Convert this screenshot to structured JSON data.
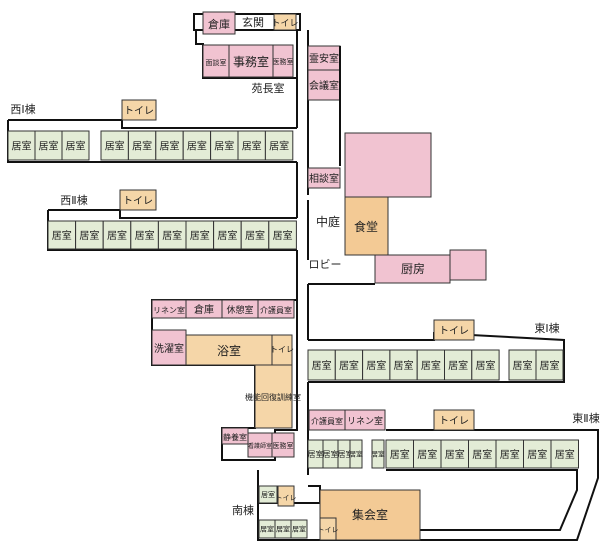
{
  "colors": {
    "room": "#e3ecd6",
    "office": "#f1c3d1",
    "toilet": "#f5d6a8",
    "hall": "#f3ca95",
    "bath": "#f5d6a8",
    "wall": "#111111"
  },
  "wings": {
    "west1": "西Ⅰ棟",
    "west2": "西Ⅱ棟",
    "east1": "東Ⅰ棟",
    "east2": "東Ⅱ棟",
    "south": "南棟"
  },
  "labels": {
    "entrance": "玄関",
    "warehouse": "倉庫",
    "toilet": "トイレ",
    "office": "事務室",
    "consult_small": "面談室",
    "medical_small": "医務室",
    "director": "苑長室",
    "reception": "霊安室",
    "meeting": "会議室",
    "counseling": "相談室",
    "courtyard": "中庭",
    "dining": "食堂",
    "lobby": "ロビー",
    "kitchen": "厨房",
    "room": "居室",
    "linen": "リネン室",
    "rest": "休憩室",
    "caregiver": "介護員室",
    "laundry": "洗濯室",
    "bath": "浴室",
    "rehab": "機能回復訓練室",
    "quiet": "静養室",
    "nurse": "看護師室",
    "medical": "医務室",
    "assembly": "集会室"
  }
}
